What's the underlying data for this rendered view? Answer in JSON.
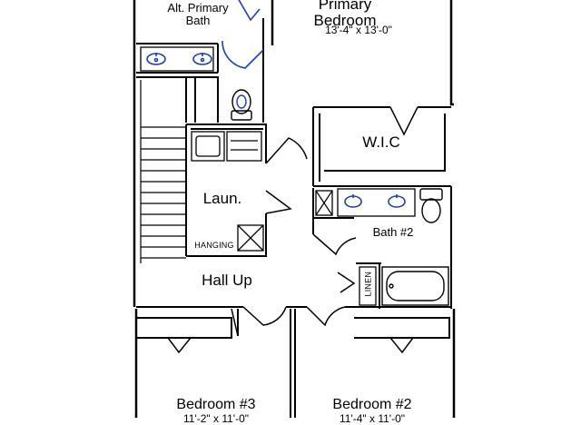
{
  "rooms": {
    "alt_primary_bath": {
      "line1": "Alt. Primary",
      "line2": "Bath"
    },
    "primary_bedroom": {
      "line1": "Primary",
      "line2": "Bedroom",
      "dims": "13'-4\" x 13'-0\""
    },
    "wic": {
      "name": "W.I.C"
    },
    "laundry": {
      "name": "Laun."
    },
    "hanging": {
      "name": "HANGING"
    },
    "bath2": {
      "name": "Bath #2"
    },
    "linen": {
      "name": "LINEN"
    },
    "hall": {
      "name": "Hall Up"
    },
    "bedroom3": {
      "name": "Bedroom #3",
      "dims": "11'-2\" x 11'-0\""
    },
    "bedroom2": {
      "name": "Bedroom #2",
      "dims": "11'-4\" x 11'-0\""
    }
  },
  "colors": {
    "wall": "#000000",
    "fixture": "#1b3fb5",
    "background": "#ffffff"
  },
  "icons": [
    "sink-icon",
    "toilet-icon",
    "bathtub-icon",
    "washer-icon",
    "dryer-icon",
    "shower-icon",
    "door-swing-icon",
    "stairs-icon"
  ]
}
